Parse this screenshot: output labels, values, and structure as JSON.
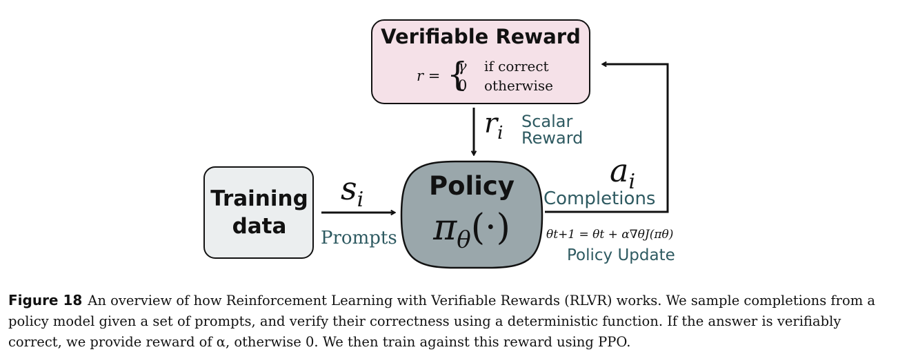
{
  "reward_box": {
    "title": "Verifiable Reward",
    "formula_lhs": "r =",
    "case1_value": "γ",
    "case1_text": "if correct",
    "case2_value": "0",
    "case2_text": "otherwise"
  },
  "training_box": {
    "title": "Training data"
  },
  "policy_box": {
    "title": "Policy",
    "symbol": "π",
    "subscript": "θ",
    "arg": "(·)"
  },
  "reward_arrow": {
    "symbol": "r",
    "subscript": "i",
    "label_line1": "Scalar",
    "label_line2": "Reward"
  },
  "prompt_arrow": {
    "symbol": "s",
    "subscript": "i",
    "label": "Prompts"
  },
  "completion_arrow": {
    "symbol": "a",
    "subscript": "i",
    "label": "Completions"
  },
  "policy_update": {
    "equation": "θt+1 = θt + α∇θJ(πθ)",
    "label": "Policy Update"
  },
  "caption": {
    "label": "Figure 18",
    "text": "An overview of how Reinforcement Learning with Verifiable Rewards (RLVR) works. We sample completions from a policy model given a set of prompts, and verify their correctness using a deterministic function. If the answer is verifiably correct, we provide reward of α, otherwise 0. We then train against this reward using PPO."
  },
  "colors": {
    "reward_box_fill": "#f5e1e8",
    "training_box_fill": "#ebeeef",
    "policy_box_fill": "#9aa7ab",
    "accent_text": "#2e5a61",
    "stroke": "#111111"
  }
}
